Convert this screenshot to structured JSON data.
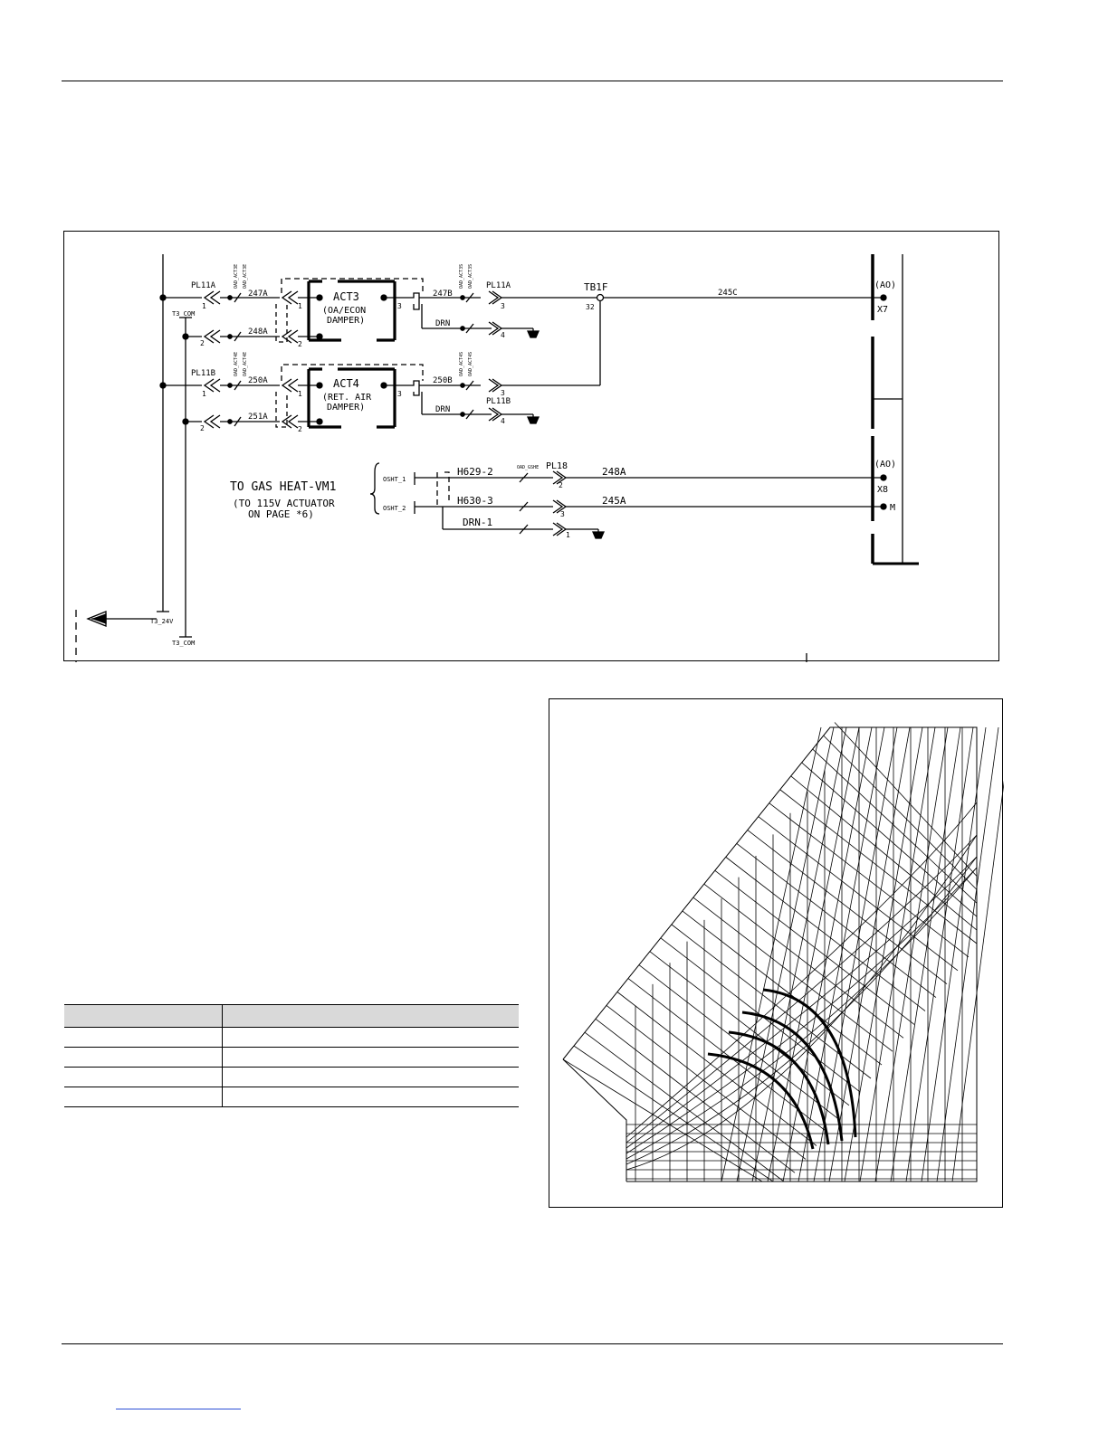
{
  "schematic": {
    "rows": [
      {
        "plug_left": "PL11A",
        "wire_a": "247A",
        "wire_b": "248A",
        "actuator": "ACT3",
        "actuator_desc1": "(OA/ECON",
        "actuator_desc2": "DAMPER)",
        "wire_c": "247B",
        "plug_right": "PL11A",
        "drain": "DRN"
      },
      {
        "plug_left": "PL11B",
        "wire_a": "250A",
        "wire_b": "251A",
        "actuator": "ACT4",
        "actuator_desc1": "(RET. AIR",
        "actuator_desc2": "DAMPER)",
        "wire_c": "250B",
        "plug_right": "PL11B",
        "drain": "DRN"
      }
    ],
    "pin_labels": {
      "p1": "1",
      "p2": "2",
      "p3": "3",
      "p4": "4"
    },
    "tiny_tags": {
      "a": "OAD_ACT3E",
      "b": "OAD_ACT3E",
      "c": "OAD_ACT3S",
      "d": "OAD_ACT3S",
      "e": "OAD_ACT4E",
      "f": "OAD_ACT4E",
      "g": "OAD_ACT4S",
      "h": "OAD_ACT4S",
      "i": "OAD_GSHE"
    },
    "terminal": {
      "name": "TB1F",
      "pin": "32",
      "wire": "245C"
    },
    "controller": {
      "ao1": "(AO)",
      "ao1_pin": "X7",
      "ao2": "(AO)",
      "ao2_pin": "X8",
      "ao2_common": "M"
    },
    "gas_heat": {
      "title": "TO GAS HEAT-VM1",
      "note1": "(TO 115V ACTUATOR",
      "note2": "ON PAGE *6)",
      "conn1": "OSHT_1",
      "conn2": "OSHT_2",
      "wire1": "H629-2",
      "wire2": "H630-3",
      "wire3": "DRN-1",
      "plug": "PL18",
      "out1": "248A",
      "out2": "245A"
    },
    "rails": {
      "com_top": "T3_COM",
      "v24": "T3_24V",
      "com_bottom": "T3_COM"
    }
  },
  "colors": {
    "line": "#000000",
    "table_header": "#d9d9d9",
    "link": "#2b4fd6"
  }
}
